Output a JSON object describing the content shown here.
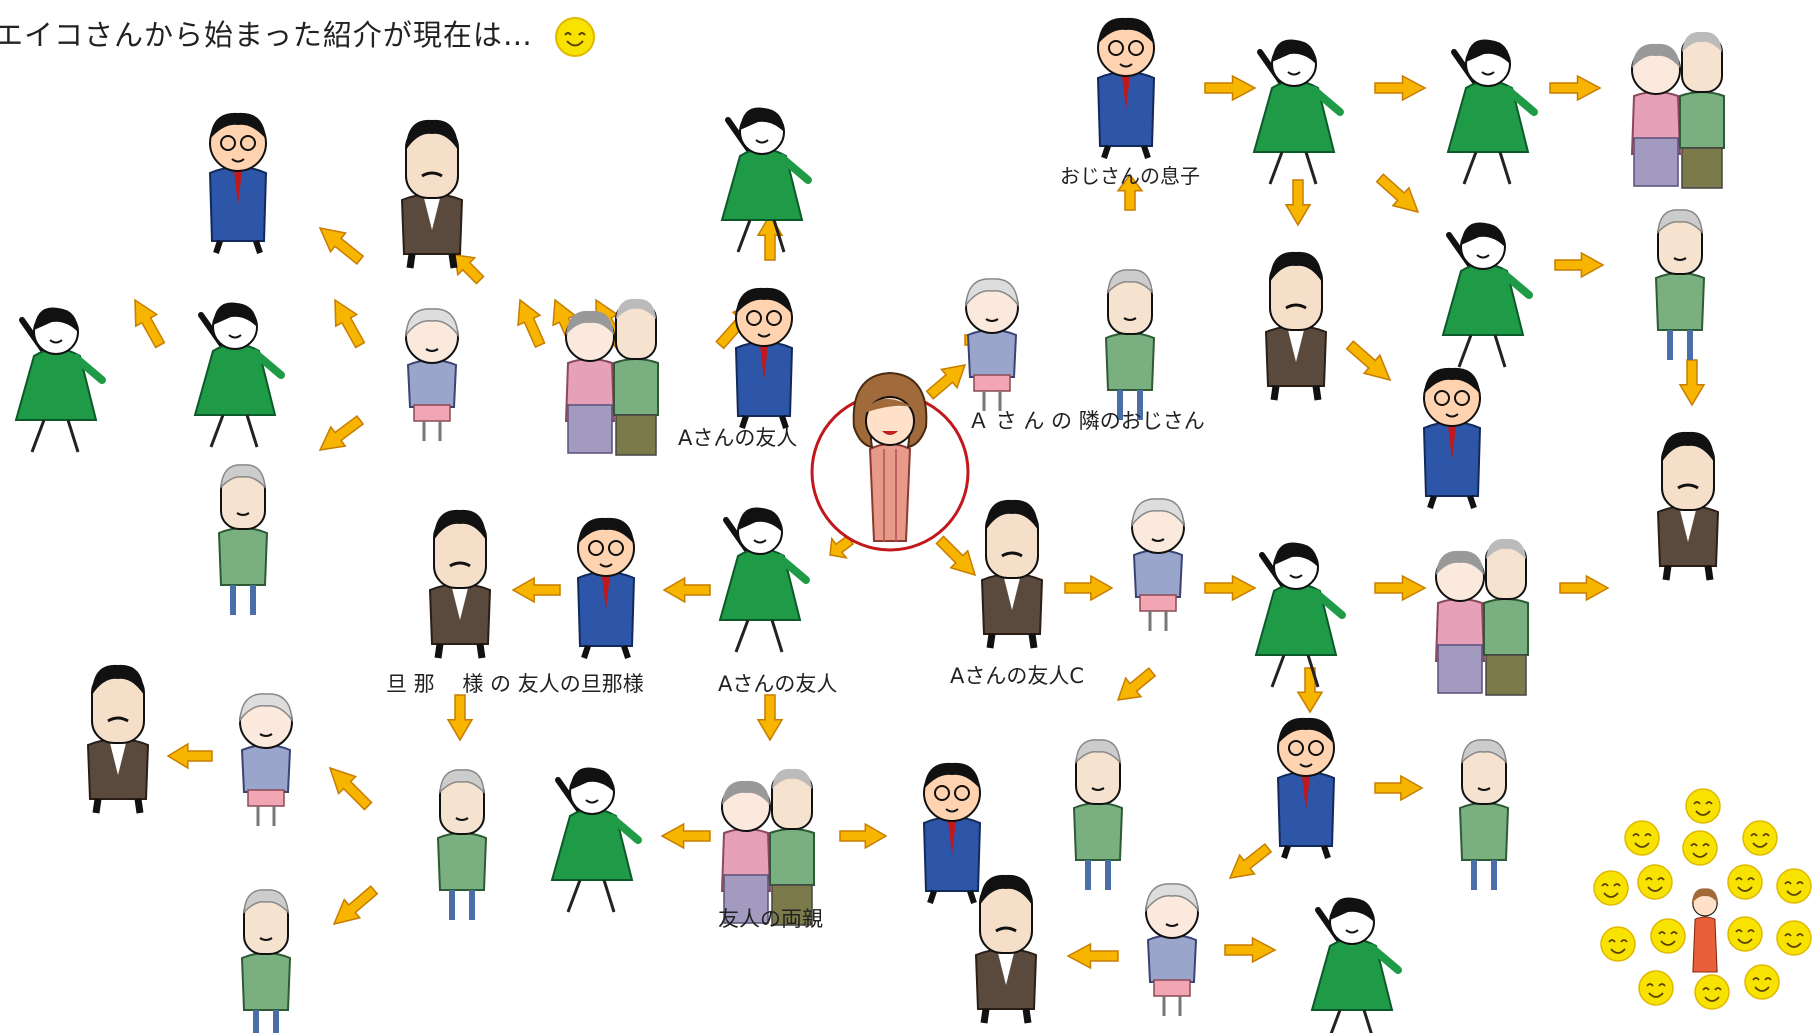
{
  "title": "エイコさんから始まった紹介が現在は…",
  "labels": {
    "friend_a_top": "Aさんの友人",
    "neighbor": "Ａ さ ん の 隣のおじさん",
    "neighbor_son": "おじさんの息子",
    "friend_a_bottom": "Aさんの友人",
    "husband_friend": "旦 那　 様 の 友人の旦那様",
    "friend_c": "Aさんの友人C",
    "friend_parents": "友人の両親"
  },
  "colors": {
    "arrow_fill": "#f7b500",
    "arrow_stroke": "#c77d00",
    "smiley": "#f8e200",
    "center_ring": "#c0181c",
    "dress_green": "#1f9a46",
    "suit_blue": "#2d56a8",
    "vest_green": "#7ab07f",
    "brown_suit": "#5a4a3e"
  }
}
